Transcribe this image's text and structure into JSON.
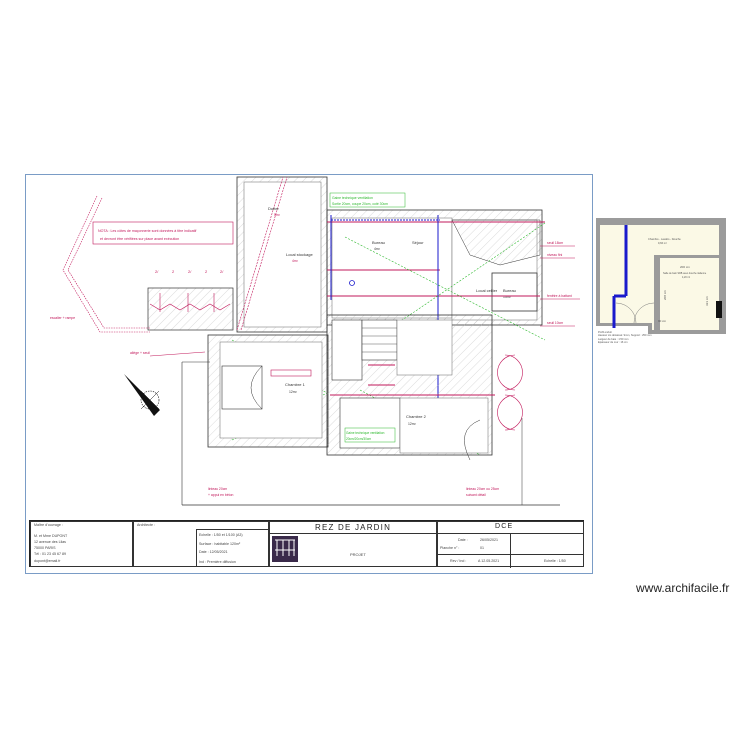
{
  "plan": {
    "sheet_title": "REZ DE JARDIN",
    "phase": "DCE",
    "rooms": [
      {
        "name": "Dufter",
        "area": "5m²"
      },
      {
        "name": "Local stockage",
        "area": "4m²"
      },
      {
        "name": "Bureau",
        "area": "4m²"
      },
      {
        "name": "Séjour",
        "area": "12m²"
      },
      {
        "name": "Séjour",
        "area": "12m²"
      },
      {
        "name": "Local cellier",
        "area": "4m²"
      },
      {
        "name": "Bureau",
        "area": "13m²"
      },
      {
        "name": "Chambre 1",
        "area": "12m²"
      },
      {
        "name": "Chambre 2",
        "area": "12m²"
      }
    ],
    "annotations": {
      "top_left_note_line1": "NOTA : Les côtes de maçonnerie sont données à titre indicatif",
      "top_left_note_line2": "et devront être vérifiées sur place avant exécution",
      "green_note_line1": "Gaine technique ventilation",
      "green_note_line2": "Sortie 20cm, coupe 20cm, coté 30cm",
      "green_note_bottom_line1": "Gaine technique ventilation",
      "green_note_bottom_line2": "20cm/20cm/30cm",
      "right_labels": [
        "seuil 18cm",
        "niveau fini",
        "fenêtre à battant",
        "seuil 10cm"
      ],
      "bottom_right_note_line1": "linteau 20cm ou 25cm",
      "bottom_right_note_line2": "suivant détail",
      "left_labels": [
        "escalier + rampe",
        "allège + seuil"
      ],
      "bottom_left_note_line1": "linteau 20cm",
      "bottom_left_note_line2": "+ appui en béton"
    },
    "compass": "north-arrow"
  },
  "cartouche": {
    "maitre_ouvrage_label": "Maître d'ouvrage :",
    "maitre_ouvrage_lines": [
      "M. et Mme DUPONT",
      "12 avenue des Lilas",
      "75000 PARIS",
      "Tél : 01 23 45 67 89",
      "dupont@email.fr"
    ],
    "architecte_label": "Architecte :",
    "info_lines": [
      "Echelle : 1/50 et 1/100 (A3)",
      "Surface : habitable 120m²",
      "Date : 12/05/2021",
      "Ind : Première diffusion"
    ],
    "title": "REZ DE JARDIN",
    "project_label": "PROJET",
    "phase": "DCE",
    "date_label": "Date :",
    "date_value": "26/05/2021",
    "planche_label": "Planche n° :",
    "planche_value": "01",
    "revision_label": "Rev / Ind :",
    "revision_value": "A 12.05.2021",
    "scale_label": "Echelle : 1/50"
  },
  "inset": {
    "room_top_label_line1": "Chambre - Lavabo - Douche",
    "room_top_label_line2": "9,66 m²",
    "room_inner_label_line1": "Salle de bain SDB avec douche italienne",
    "room_inner_label_line2": "4,20 m²",
    "dim_top": "200 cm",
    "dim_left": "208 cm",
    "dim_right": "323 cm",
    "dim_small_left": "90 cm",
    "dim_bottom": "140 cm",
    "dim_bottom_small": "61 cm",
    "note_lines": [
      "Profil enduit",
      "Hauteur s/s décaissé: 9mm, Support : 250 mm",
      "Largeur de baie : 1:50 mm",
      "Epaisseur de mur : 16 cm"
    ]
  },
  "watermark": "www.archifacile.fr",
  "colors": {
    "magenta": "#c2185b",
    "green": "#2db82d",
    "blue": "#1a1acc",
    "inset_fill": "#fbf9e6",
    "inset_wall": "#9b9b9b",
    "sheet_border": "#7a9cc6"
  }
}
